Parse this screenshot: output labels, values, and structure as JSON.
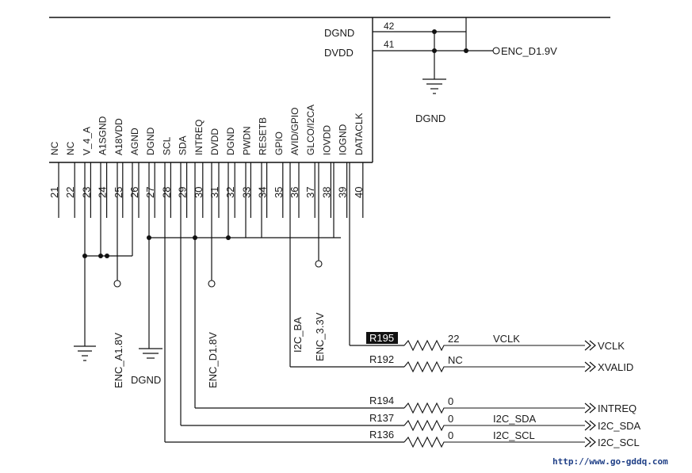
{
  "chip": {
    "top_pins": [
      {
        "number": "42",
        "name": "DGND"
      },
      {
        "number": "41",
        "name": "DVDD"
      }
    ],
    "bottom_pins": [
      {
        "number": "21",
        "name": "NC"
      },
      {
        "number": "22",
        "name": "NC"
      },
      {
        "number": "23",
        "name": "V_4_A"
      },
      {
        "number": "24",
        "name": "A1SGND"
      },
      {
        "number": "25",
        "name": "A18VDD"
      },
      {
        "number": "26",
        "name": "AGND"
      },
      {
        "number": "27",
        "name": "DGND"
      },
      {
        "number": "28",
        "name": "SCL"
      },
      {
        "number": "29",
        "name": "SDA"
      },
      {
        "number": "30",
        "name": "INTREQ"
      },
      {
        "number": "31",
        "name": "DVDD"
      },
      {
        "number": "32",
        "name": "DGND"
      },
      {
        "number": "33",
        "name": "PWDN"
      },
      {
        "number": "34",
        "name": "RESETB"
      },
      {
        "number": "35",
        "name": "GPIO"
      },
      {
        "number": "36",
        "name": "AVID/GPIO"
      },
      {
        "number": "37",
        "name": "GLCO/I2CA"
      },
      {
        "number": "38",
        "name": "IOVDD"
      },
      {
        "number": "39",
        "name": "IOGND"
      },
      {
        "number": "40",
        "name": "DATACLK"
      }
    ]
  },
  "nets": {
    "enc_d19_top": "ENC_D1.9V",
    "dgnd_top": "DGND",
    "enc_a18": "ENC_A1.8V",
    "dgnd_left": "DGND",
    "enc_d18": "ENC_D1.8V",
    "i2c_ba": "I2C_BA",
    "enc_33": "ENC_3.3V"
  },
  "resistors": [
    {
      "ref": "R195",
      "value": "22",
      "net": "VCLK",
      "port": "VCLK"
    },
    {
      "ref": "R192",
      "value": "NC",
      "net": "",
      "port": "XVALID"
    },
    {
      "ref": "R194",
      "value": "0",
      "net": "",
      "port": "INTREQ"
    },
    {
      "ref": "R137",
      "value": "0",
      "net": "I2C_SDA",
      "port": "I2C_SDA"
    },
    {
      "ref": "R136",
      "value": "0",
      "net": "I2C_SCL",
      "port": "I2C_SCL"
    }
  ],
  "watermark": "http://www.go-gddq.com"
}
